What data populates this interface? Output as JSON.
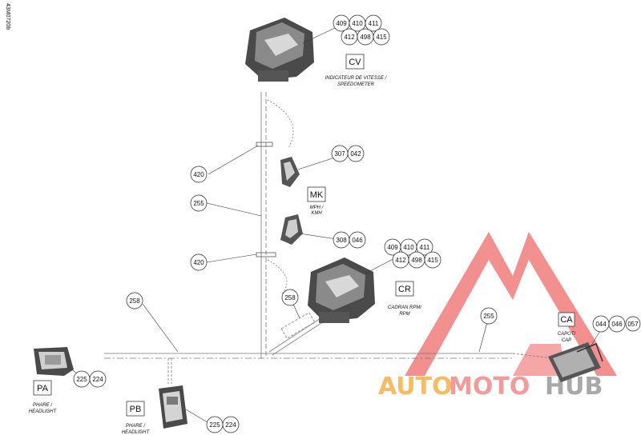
{
  "drawing_ref": "43M0720b",
  "watermark": {
    "part1": "AUTO",
    "part2": "MOTO",
    "part3": "HUB"
  },
  "connectors": {
    "cv": {
      "code": "CV",
      "label_fr": "INDICATEUR DE VITESSE /",
      "label_en": "SPEEDOMETER"
    },
    "mk": {
      "code": "MK",
      "label_fr": "MPH /",
      "label_en": "KMH"
    },
    "cr": {
      "code": "CR",
      "label_fr": "CADRAN RPM/",
      "label_en": "RPM"
    },
    "ca": {
      "code": "CA",
      "label_fr": "CAPOT/",
      "label_en": "CAP"
    },
    "pa": {
      "code": "PA",
      "label_fr": "PHARE /",
      "label_en": "HEADLIGHT"
    },
    "pb": {
      "code": "PB",
      "label_fr": "PHARE /",
      "label_en": "HEADLIGHT"
    }
  },
  "balloons": {
    "cv": [
      "409",
      "410",
      "411",
      "412",
      "498",
      "415"
    ],
    "mk": [
      "307",
      "042"
    ],
    "mk2": [
      "308",
      "046"
    ],
    "cr": [
      "409",
      "410",
      "411",
      "412",
      "498",
      "415"
    ],
    "ca": [
      "044",
      "046",
      "057"
    ],
    "pa": [
      "225",
      "224"
    ],
    "pb": [
      "225",
      "224"
    ],
    "w420a": "420",
    "w420b": "420",
    "w255a": "255",
    "w255b": "255",
    "w258a": "258",
    "w258b": "258"
  }
}
